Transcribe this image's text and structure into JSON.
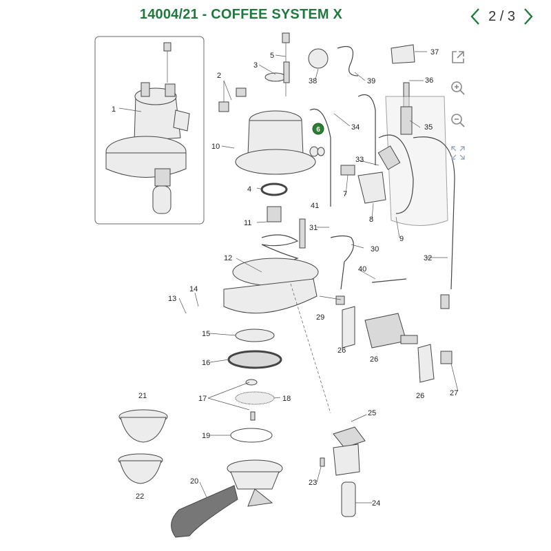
{
  "header": {
    "title": "14004/21 - COFFEE SYSTEM X",
    "page_current": "2",
    "page_separator": "/",
    "page_total": "3"
  },
  "accent_color": "#1e7a3c",
  "highlight_color": "#2e7d32",
  "tools": {
    "open_external_icon": "external-link-icon",
    "zoom_in_icon": "zoom-in-icon",
    "zoom_out_icon": "zoom-out-icon",
    "fullscreen_icon": "fullscreen-icon"
  },
  "callouts": {
    "p1": "1",
    "p2": "2",
    "p3": "3",
    "p4": "4",
    "p5": "5",
    "p6": "6",
    "p7": "7",
    "p8": "8",
    "p9": "9",
    "p10": "10",
    "p11": "11",
    "p12": "12",
    "p13": "13",
    "p14": "14",
    "p15": "15",
    "p16": "16",
    "p17": "17",
    "p18": "18",
    "p19": "19",
    "p20": "20",
    "p21": "21",
    "p22": "22",
    "p23": "23",
    "p24": "24",
    "p25": "25",
    "p26a": "26",
    "p26b": "26",
    "p26c": "26",
    "p27": "27",
    "p29": "29",
    "p30": "30",
    "p31": "31",
    "p32": "32",
    "p33": "33",
    "p34": "34",
    "p35": "35",
    "p36": "36",
    "p37": "37",
    "p38": "38",
    "p39": "39",
    "p40": "40",
    "p41": "41"
  },
  "selected_part": "6"
}
